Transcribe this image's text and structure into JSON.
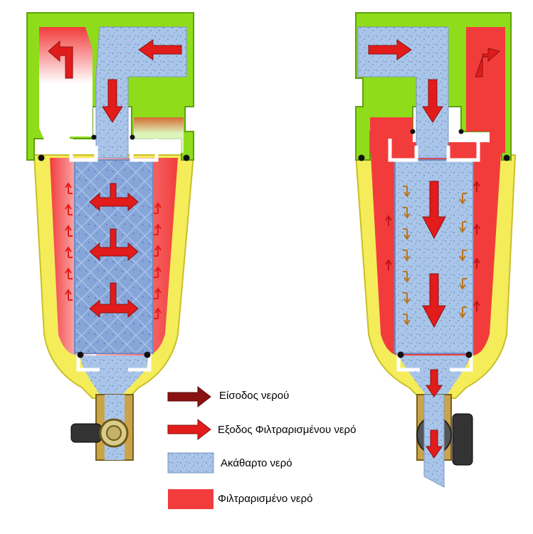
{
  "colors": {
    "housing_green": "#8fdc1a",
    "housing_yellow": "#f5ec5a",
    "filtered_red": "#f23c3c",
    "filtered_red_light": "#f46a6a",
    "dirty_blue": "#9fbfe3",
    "cartridge_blue": "#7f9fd6",
    "arrow_dark_red": "#8b1212",
    "arrow_red": "#e21b1b",
    "brass": "#c9a44a"
  },
  "legend": {
    "inlet_label": "Είσοδος νερού",
    "outlet_label": "Εξοδος Φιλτραρισμένου νερό",
    "dirty_label": "Ακάθαρτο νερό",
    "filtered_label": "Φιλτραρισμένο νερό"
  },
  "diagrams": [
    {
      "mode": "filtering",
      "inlet_side": "right",
      "outlet_side": "left",
      "valve": "closed"
    },
    {
      "mode": "backwash",
      "inlet_side": "left",
      "outlet_side": "right",
      "valve": "open"
    }
  ]
}
